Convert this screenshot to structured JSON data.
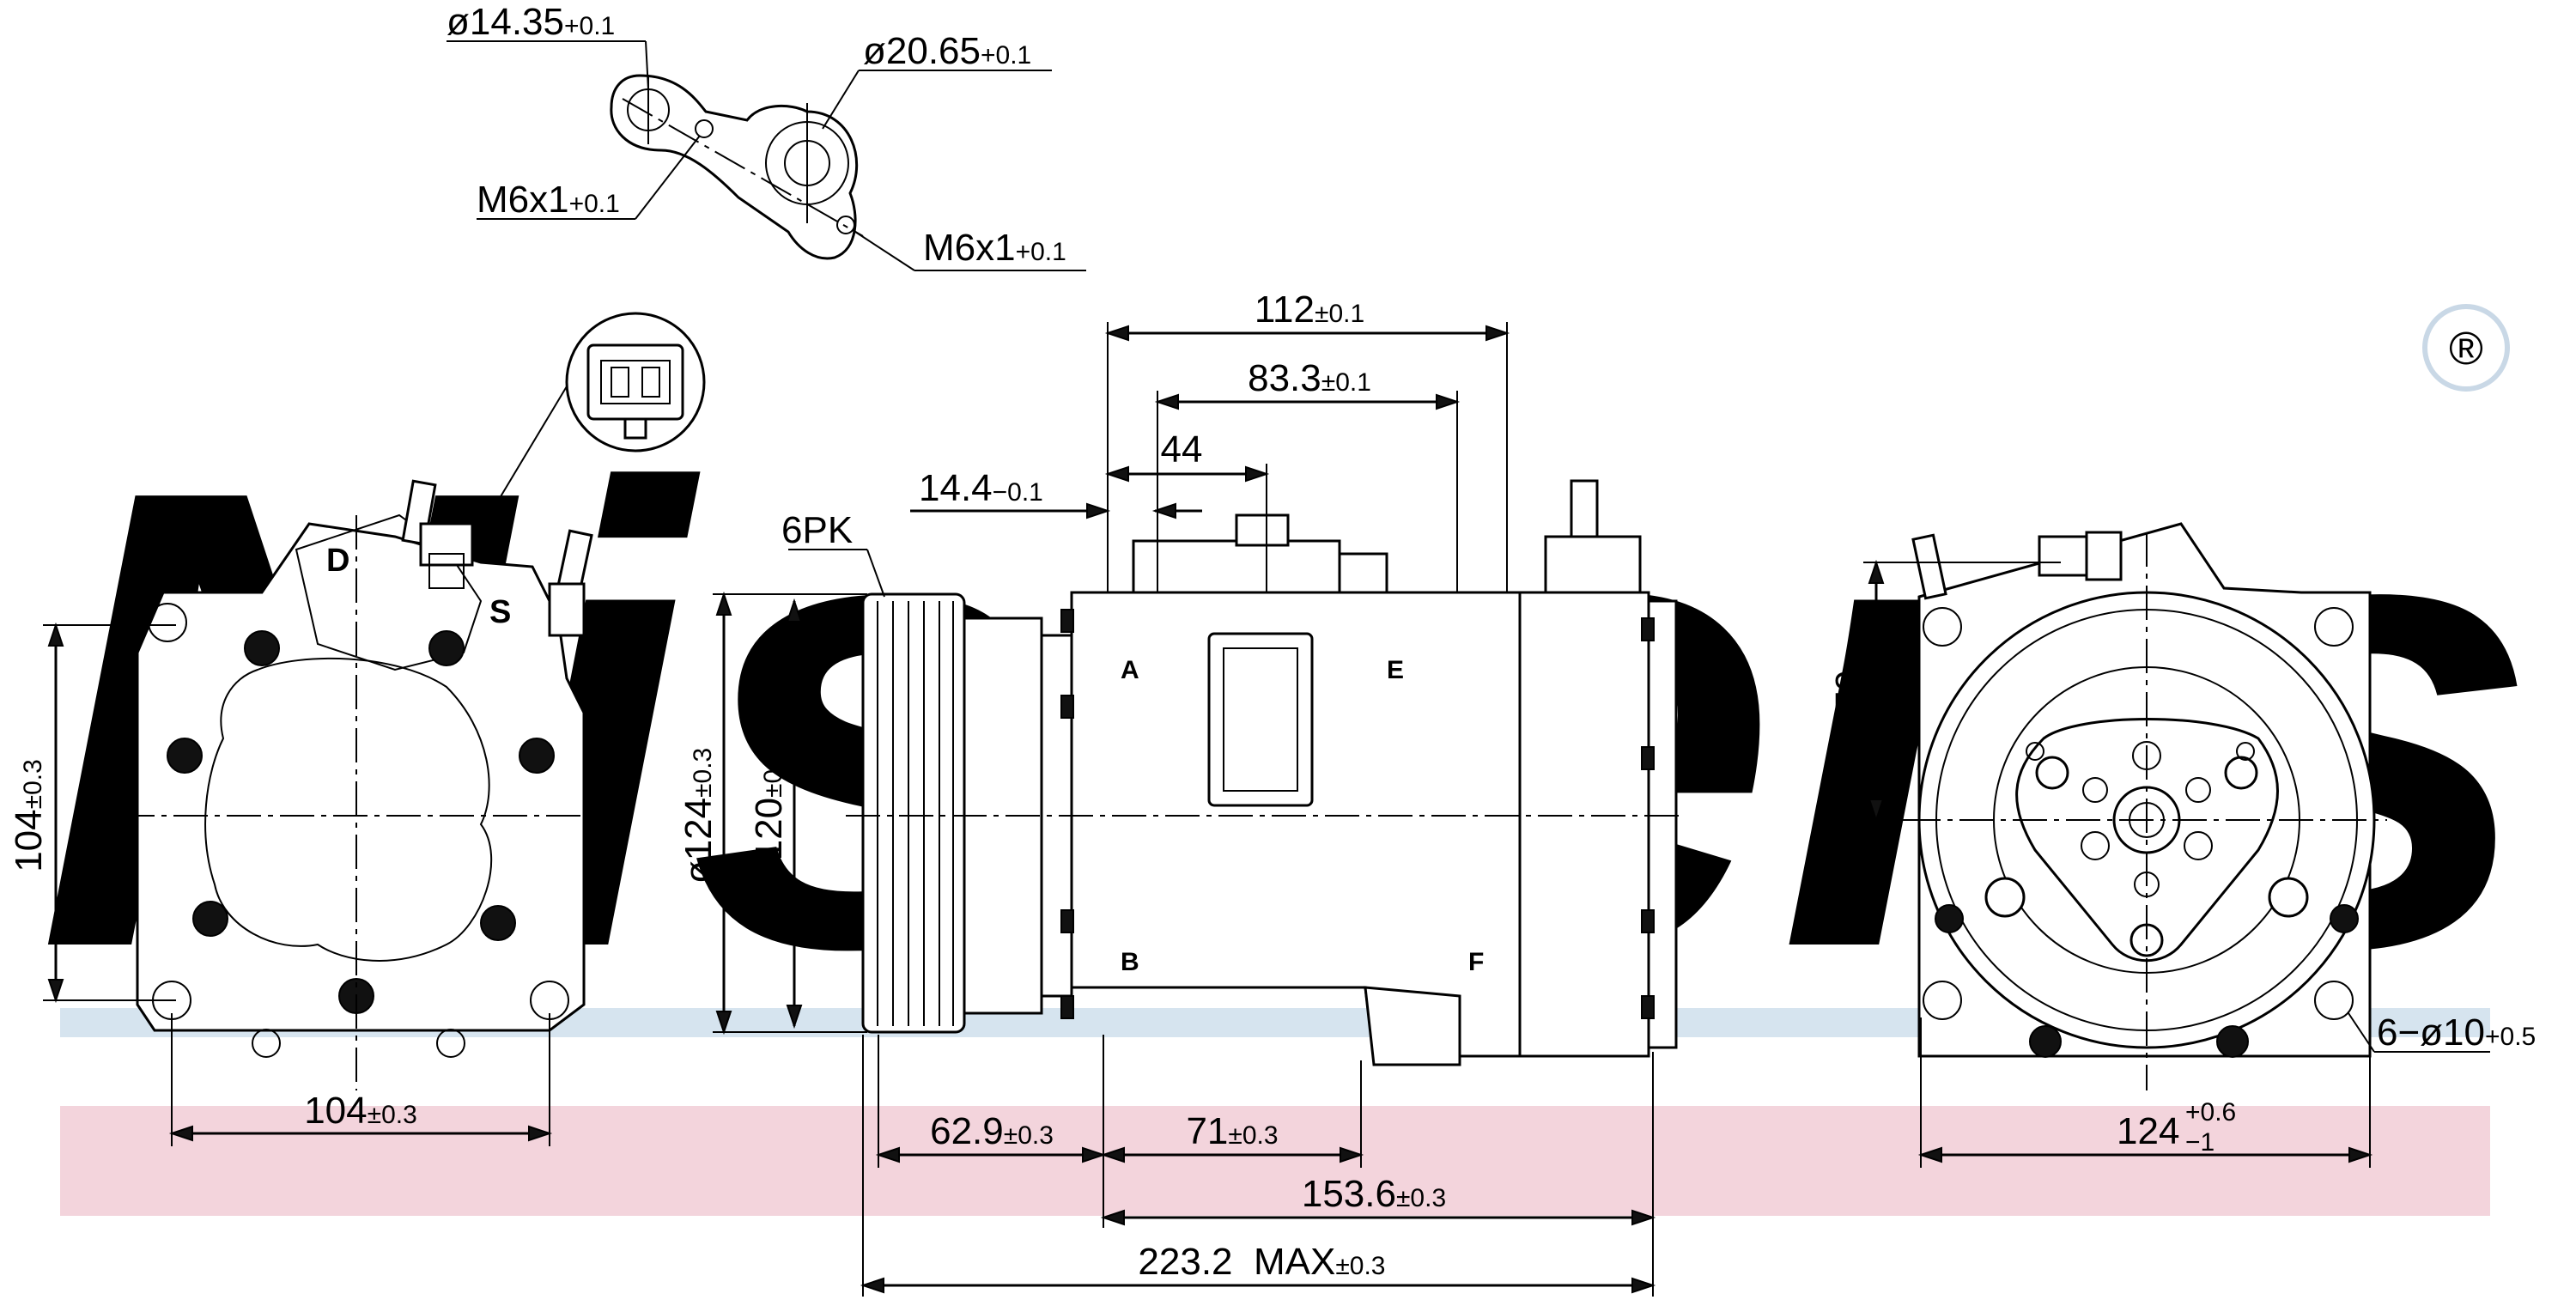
{
  "brand": {
    "watermark_text": "Nissens",
    "registered_mark": "®",
    "watermark_color": "#c9d8e6",
    "band_blue": "#d6e4ef",
    "band_pink": "#f3d4dc"
  },
  "drawing": {
    "line_color": "#000000",
    "background": "#ffffff"
  },
  "fitting_labels": [
    {
      "main": "ø14.35",
      "tol": "+0.1"
    },
    {
      "main": "ø20.65",
      "tol": "+0.1"
    },
    {
      "main": "M6x1",
      "tol": "+0.1"
    },
    {
      "main": "M6x1",
      "tol": "+0.1"
    }
  ],
  "port_markings": [
    "D",
    "S",
    "A",
    "E",
    "B",
    "F"
  ],
  "pulley_label": "6PK",
  "dimensions": {
    "left_view": {
      "height": {
        "main": "104",
        "tol": "±0.3"
      },
      "width": {
        "main": "104",
        "tol": "±0.3"
      }
    },
    "side_view": {
      "overall": {
        "main": "112",
        "tol": "±0.1"
      },
      "d1": {
        "main": "83.3",
        "tol": "±0.1"
      },
      "d2": {
        "main": "44",
        "tol": ""
      },
      "d3": {
        "main": "14.4",
        "tol": "−0.1"
      },
      "dia_outer": {
        "main": "ø124",
        "tol": "±0.3"
      },
      "dia_inner": {
        "main": "ø120",
        "tol": "±0.3"
      },
      "b1": {
        "main": "62.9",
        "tol": "±0.3"
      },
      "b2": {
        "main": "71",
        "tol": "±0.3"
      },
      "b3": {
        "main": "153.6",
        "tol": "±0.3"
      },
      "b4": {
        "main": "223.2  MAX",
        "tol": "±0.3"
      }
    },
    "right_view": {
      "height": {
        "main": "70",
        "tol": ""
      },
      "holes": {
        "main": "6−ø10",
        "tol": "+0.5"
      },
      "width": {
        "main": "124",
        "tol_upper": "+0.6",
        "tol_lower": "−1"
      }
    }
  }
}
